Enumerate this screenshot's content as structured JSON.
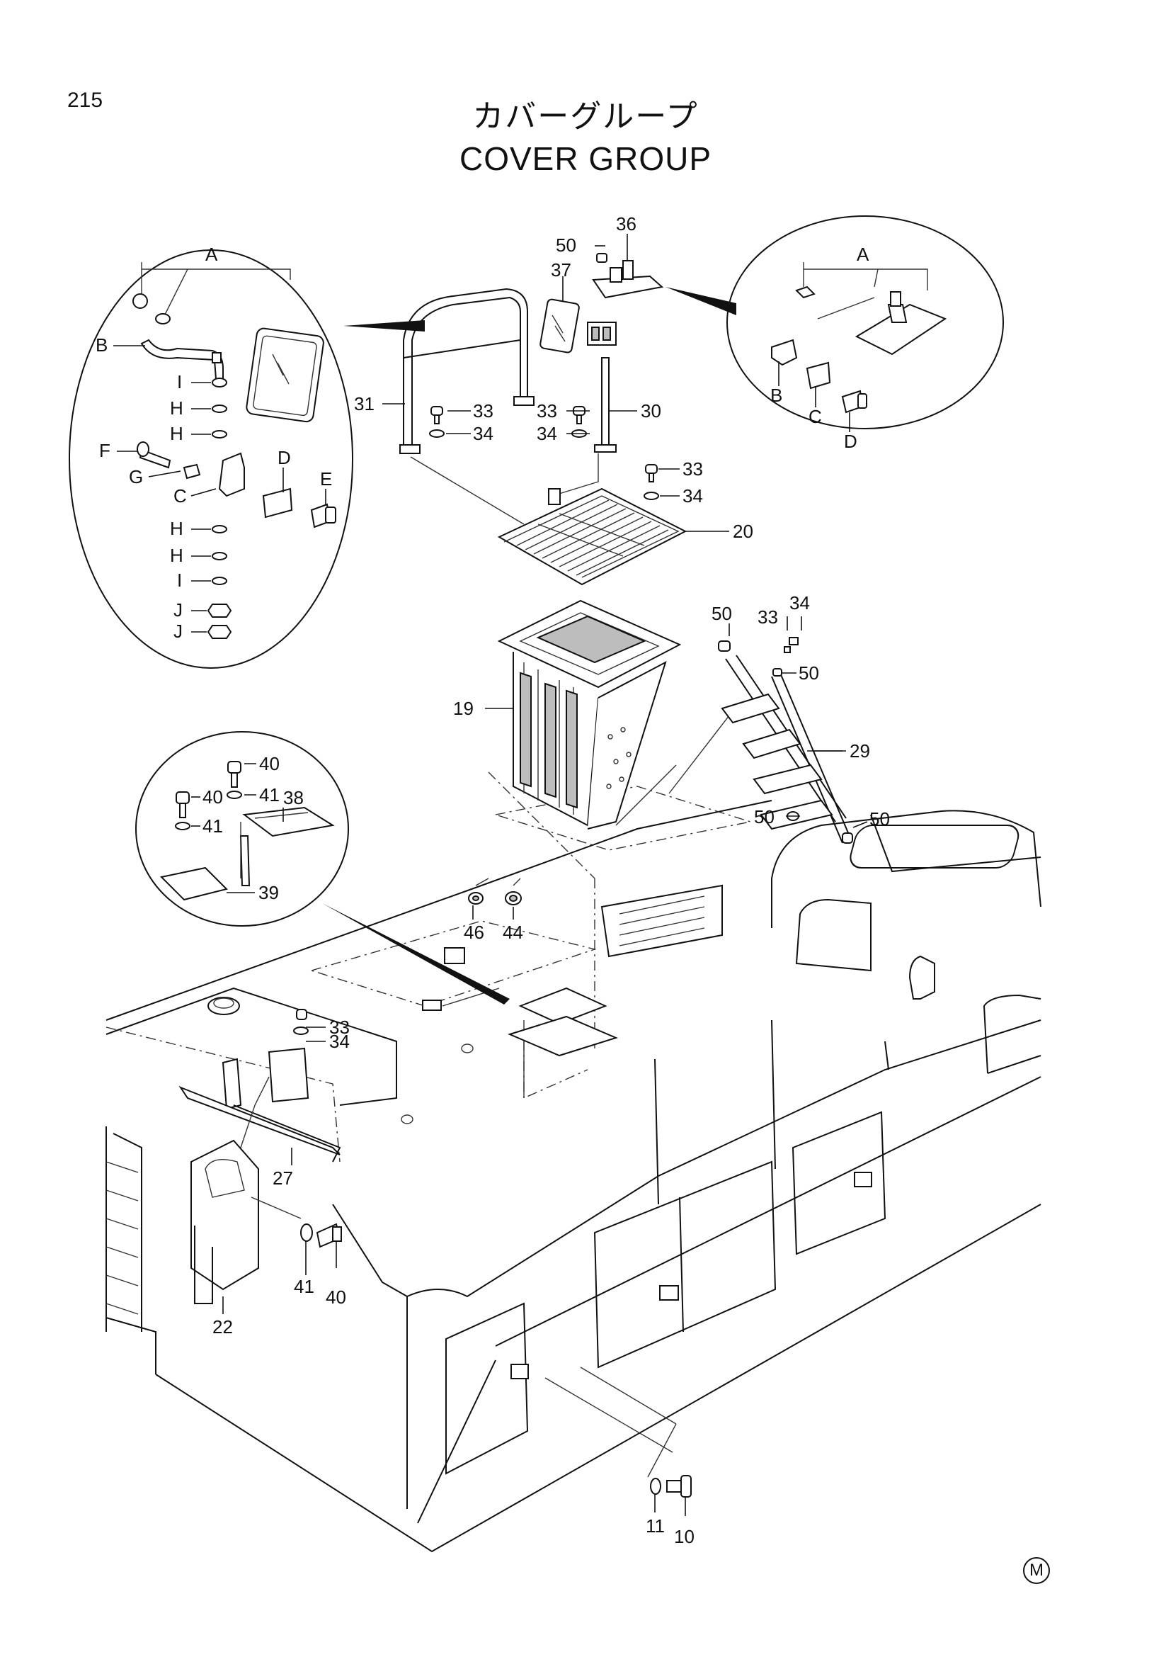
{
  "page": {
    "number": "215"
  },
  "title": {
    "japanese": "カバーグループ",
    "english": "COVER GROUP"
  },
  "callouts": {
    "n10": "10",
    "n11": "11",
    "n19": "19",
    "n20": "20",
    "n22": "22",
    "n27": "27",
    "n29": "29",
    "n30": "30",
    "n31": "31",
    "n33a": "33",
    "n33b": "33",
    "n33c": "33",
    "n33d": "33",
    "n33e": "33",
    "n34a": "34",
    "n34b": "34",
    "n34c": "34",
    "n34d": "34",
    "n34e": "34",
    "n36": "36",
    "n37": "37",
    "n38": "38",
    "n39": "39",
    "n40a": "40",
    "n40b": "40",
    "n40c": "40",
    "n41a": "41",
    "n41b": "41",
    "n41c": "41",
    "n44": "44",
    "n46": "46",
    "n50a": "50",
    "n50b": "50",
    "n50c": "50",
    "n50d": "50",
    "n50e": "50"
  },
  "detail_left": {
    "A": "A",
    "B": "B",
    "C": "C",
    "D": "D",
    "E": "E",
    "F": "F",
    "G": "G",
    "H1": "H",
    "H2": "H",
    "H3": "H",
    "H4": "H",
    "I1": "I",
    "I2": "I",
    "J1": "J",
    "J2": "J"
  },
  "detail_right": {
    "A": "A",
    "B": "B",
    "C": "C",
    "D": "D"
  },
  "maker_mark": "M"
}
